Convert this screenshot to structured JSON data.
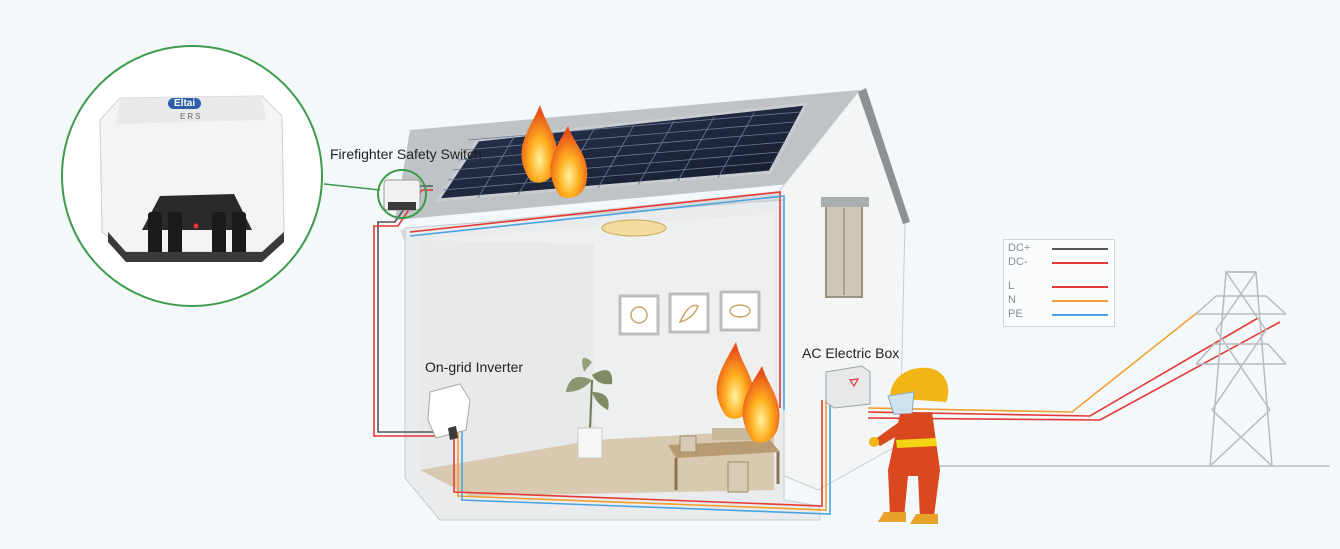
{
  "labels": {
    "firefighter_switch": "Firefighter Safety Switch",
    "inverter": "On-grid Inverter",
    "ac_box": "AC Electric Box",
    "device_brand": "Eltai",
    "device_model": "ERS"
  },
  "legend": [
    {
      "key": "DC+",
      "color": "#555555"
    },
    {
      "key": "DC-",
      "color": "#e53935"
    },
    {
      "key": "L",
      "color": "#e53935"
    },
    {
      "key": "N",
      "color": "#f0a030"
    },
    {
      "key": "PE",
      "color": "#4aa3e0"
    }
  ],
  "colors": {
    "dc_plus": "#555555",
    "dc_minus": "#e53935",
    "line": "#e53935",
    "neutral": "#f0a030",
    "earth": "#4aa3e0",
    "callout_circle": "#3e9a4a",
    "flame": "#f57c00"
  }
}
